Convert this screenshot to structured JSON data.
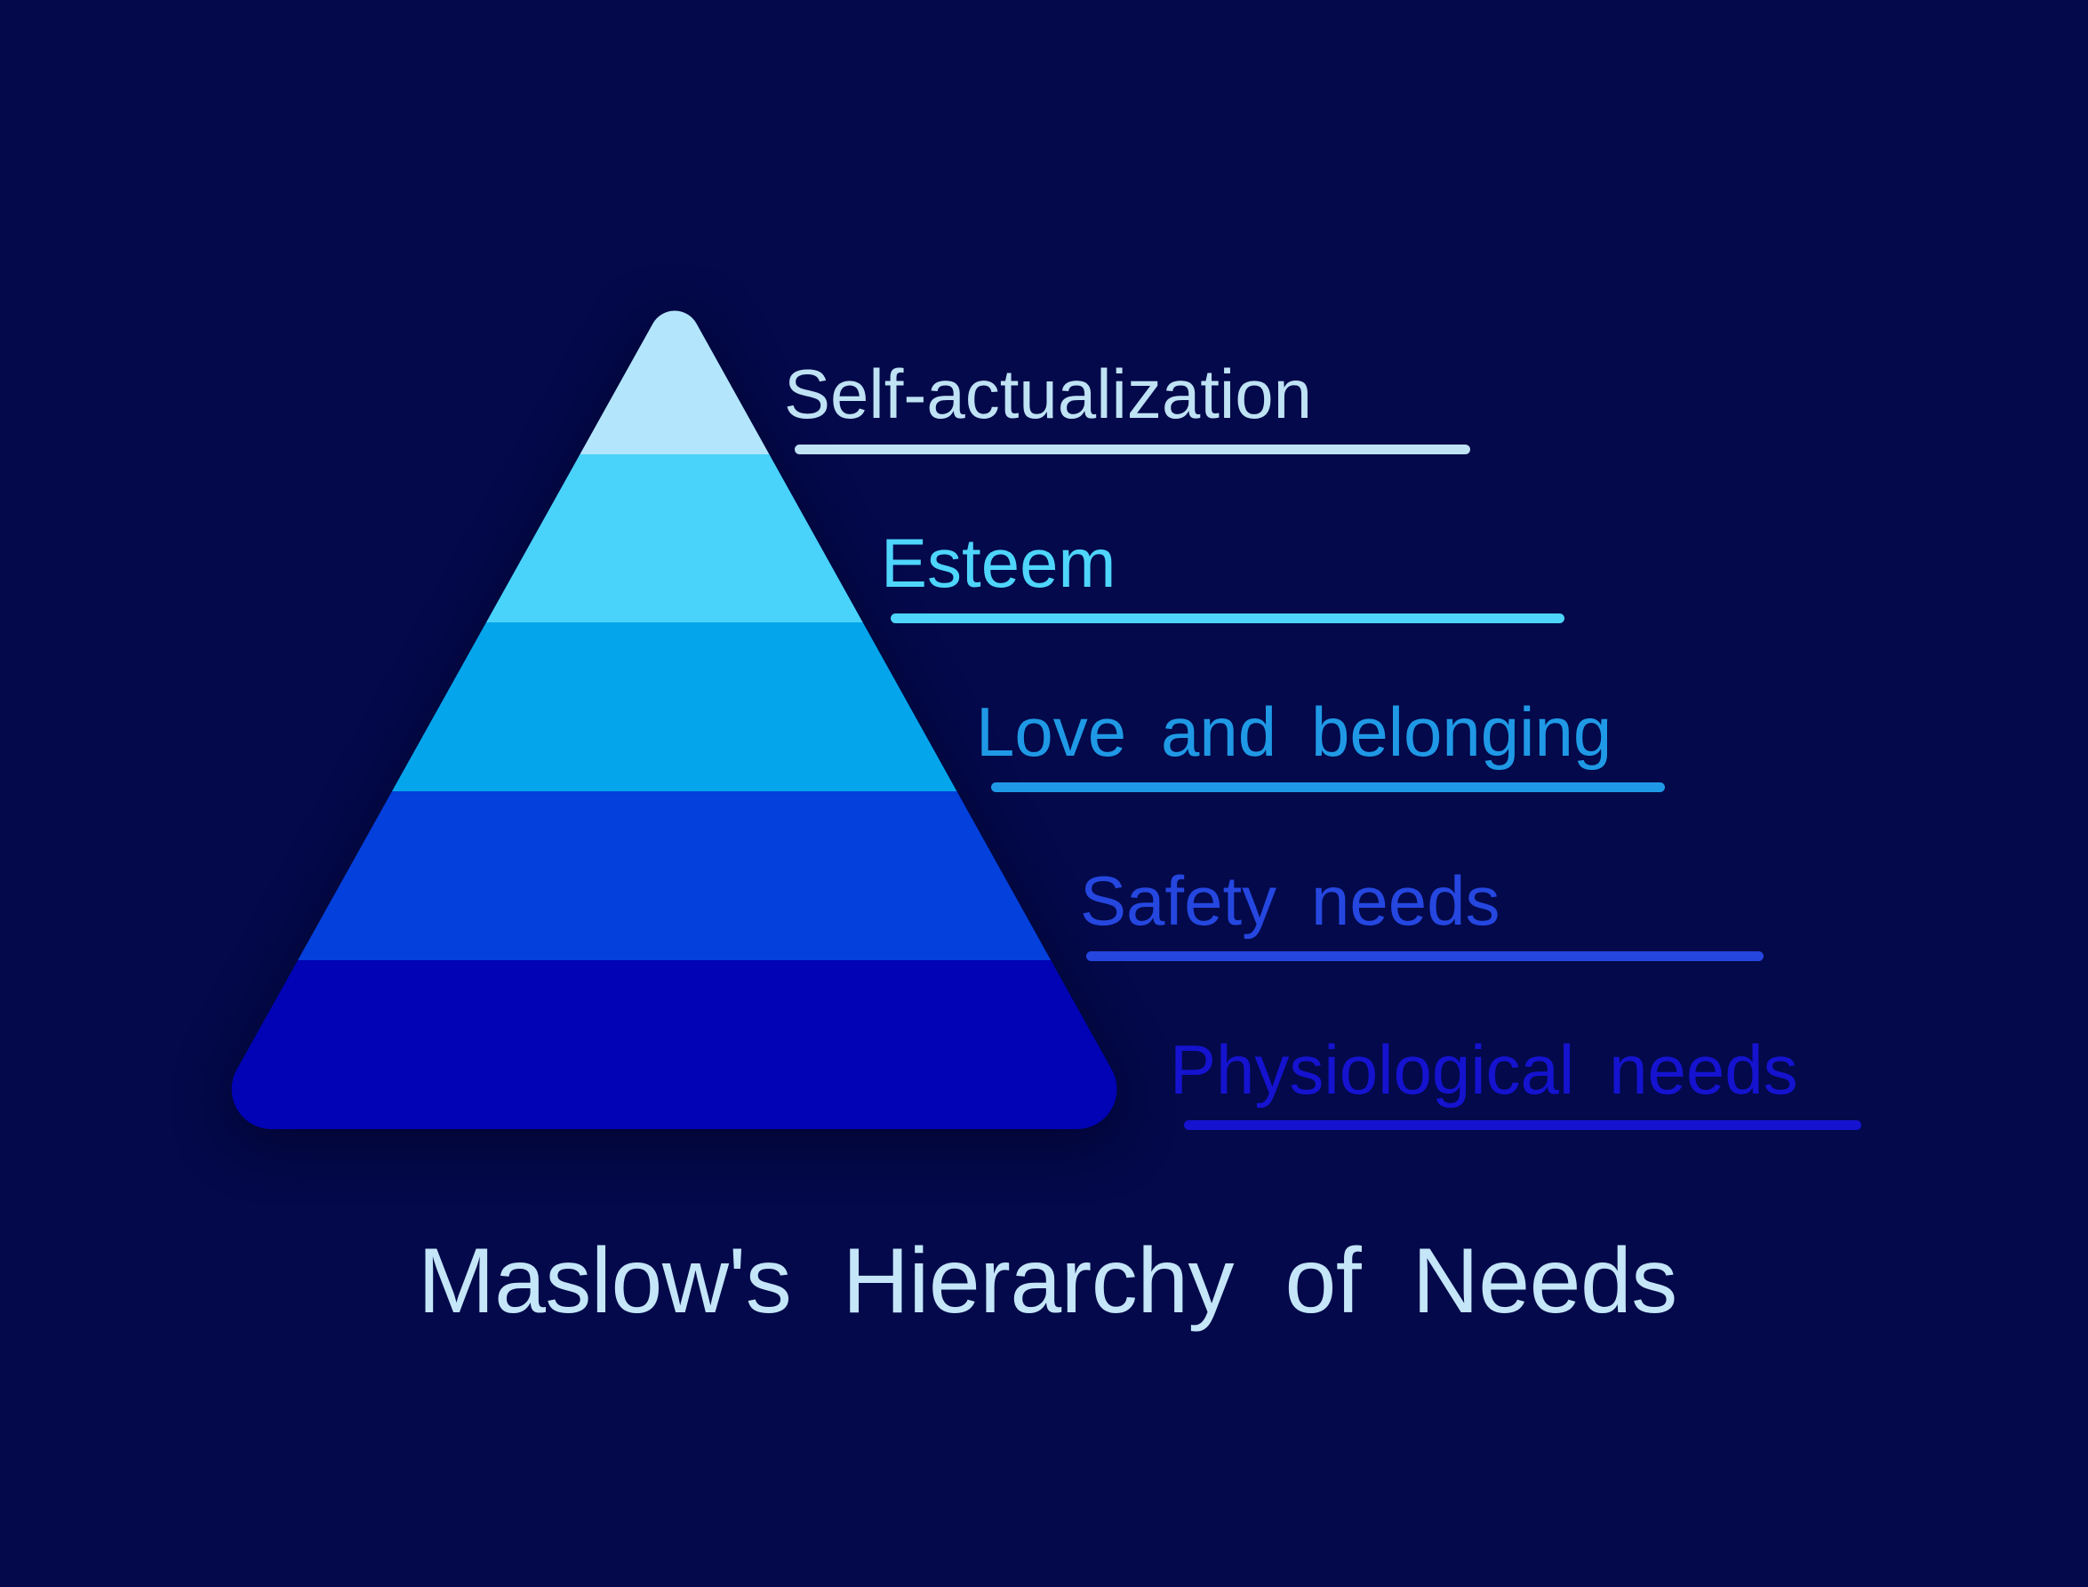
{
  "colors": {
    "background": "#03094a"
  },
  "title": {
    "text": "Maslow's Hierarchy of Needs",
    "color": "#c4e6f8"
  },
  "pyramid": {
    "levels": [
      {
        "label": "Self-actualization",
        "tier_color": "#b3e6fc",
        "label_color": "#bfe2f4"
      },
      {
        "label": "Esteem",
        "tier_color": "#49d2fa",
        "label_color": "#4ed5fb"
      },
      {
        "label": "Love and belonging",
        "tier_color": "#05a5ec",
        "label_color": "#1f99e6"
      },
      {
        "label": "Safety needs",
        "tier_color": "#0340dc",
        "label_color": "#2547e0"
      },
      {
        "label": "Physiological needs",
        "tier_color": "#0103b5",
        "label_color": "#1513cf"
      }
    ]
  },
  "chart_data": {
    "type": "pyramid",
    "title": "Maslow's Hierarchy of Needs",
    "levels_top_to_bottom": [
      "Self-actualization",
      "Esteem",
      "Love and belonging",
      "Safety needs",
      "Physiological needs"
    ]
  }
}
